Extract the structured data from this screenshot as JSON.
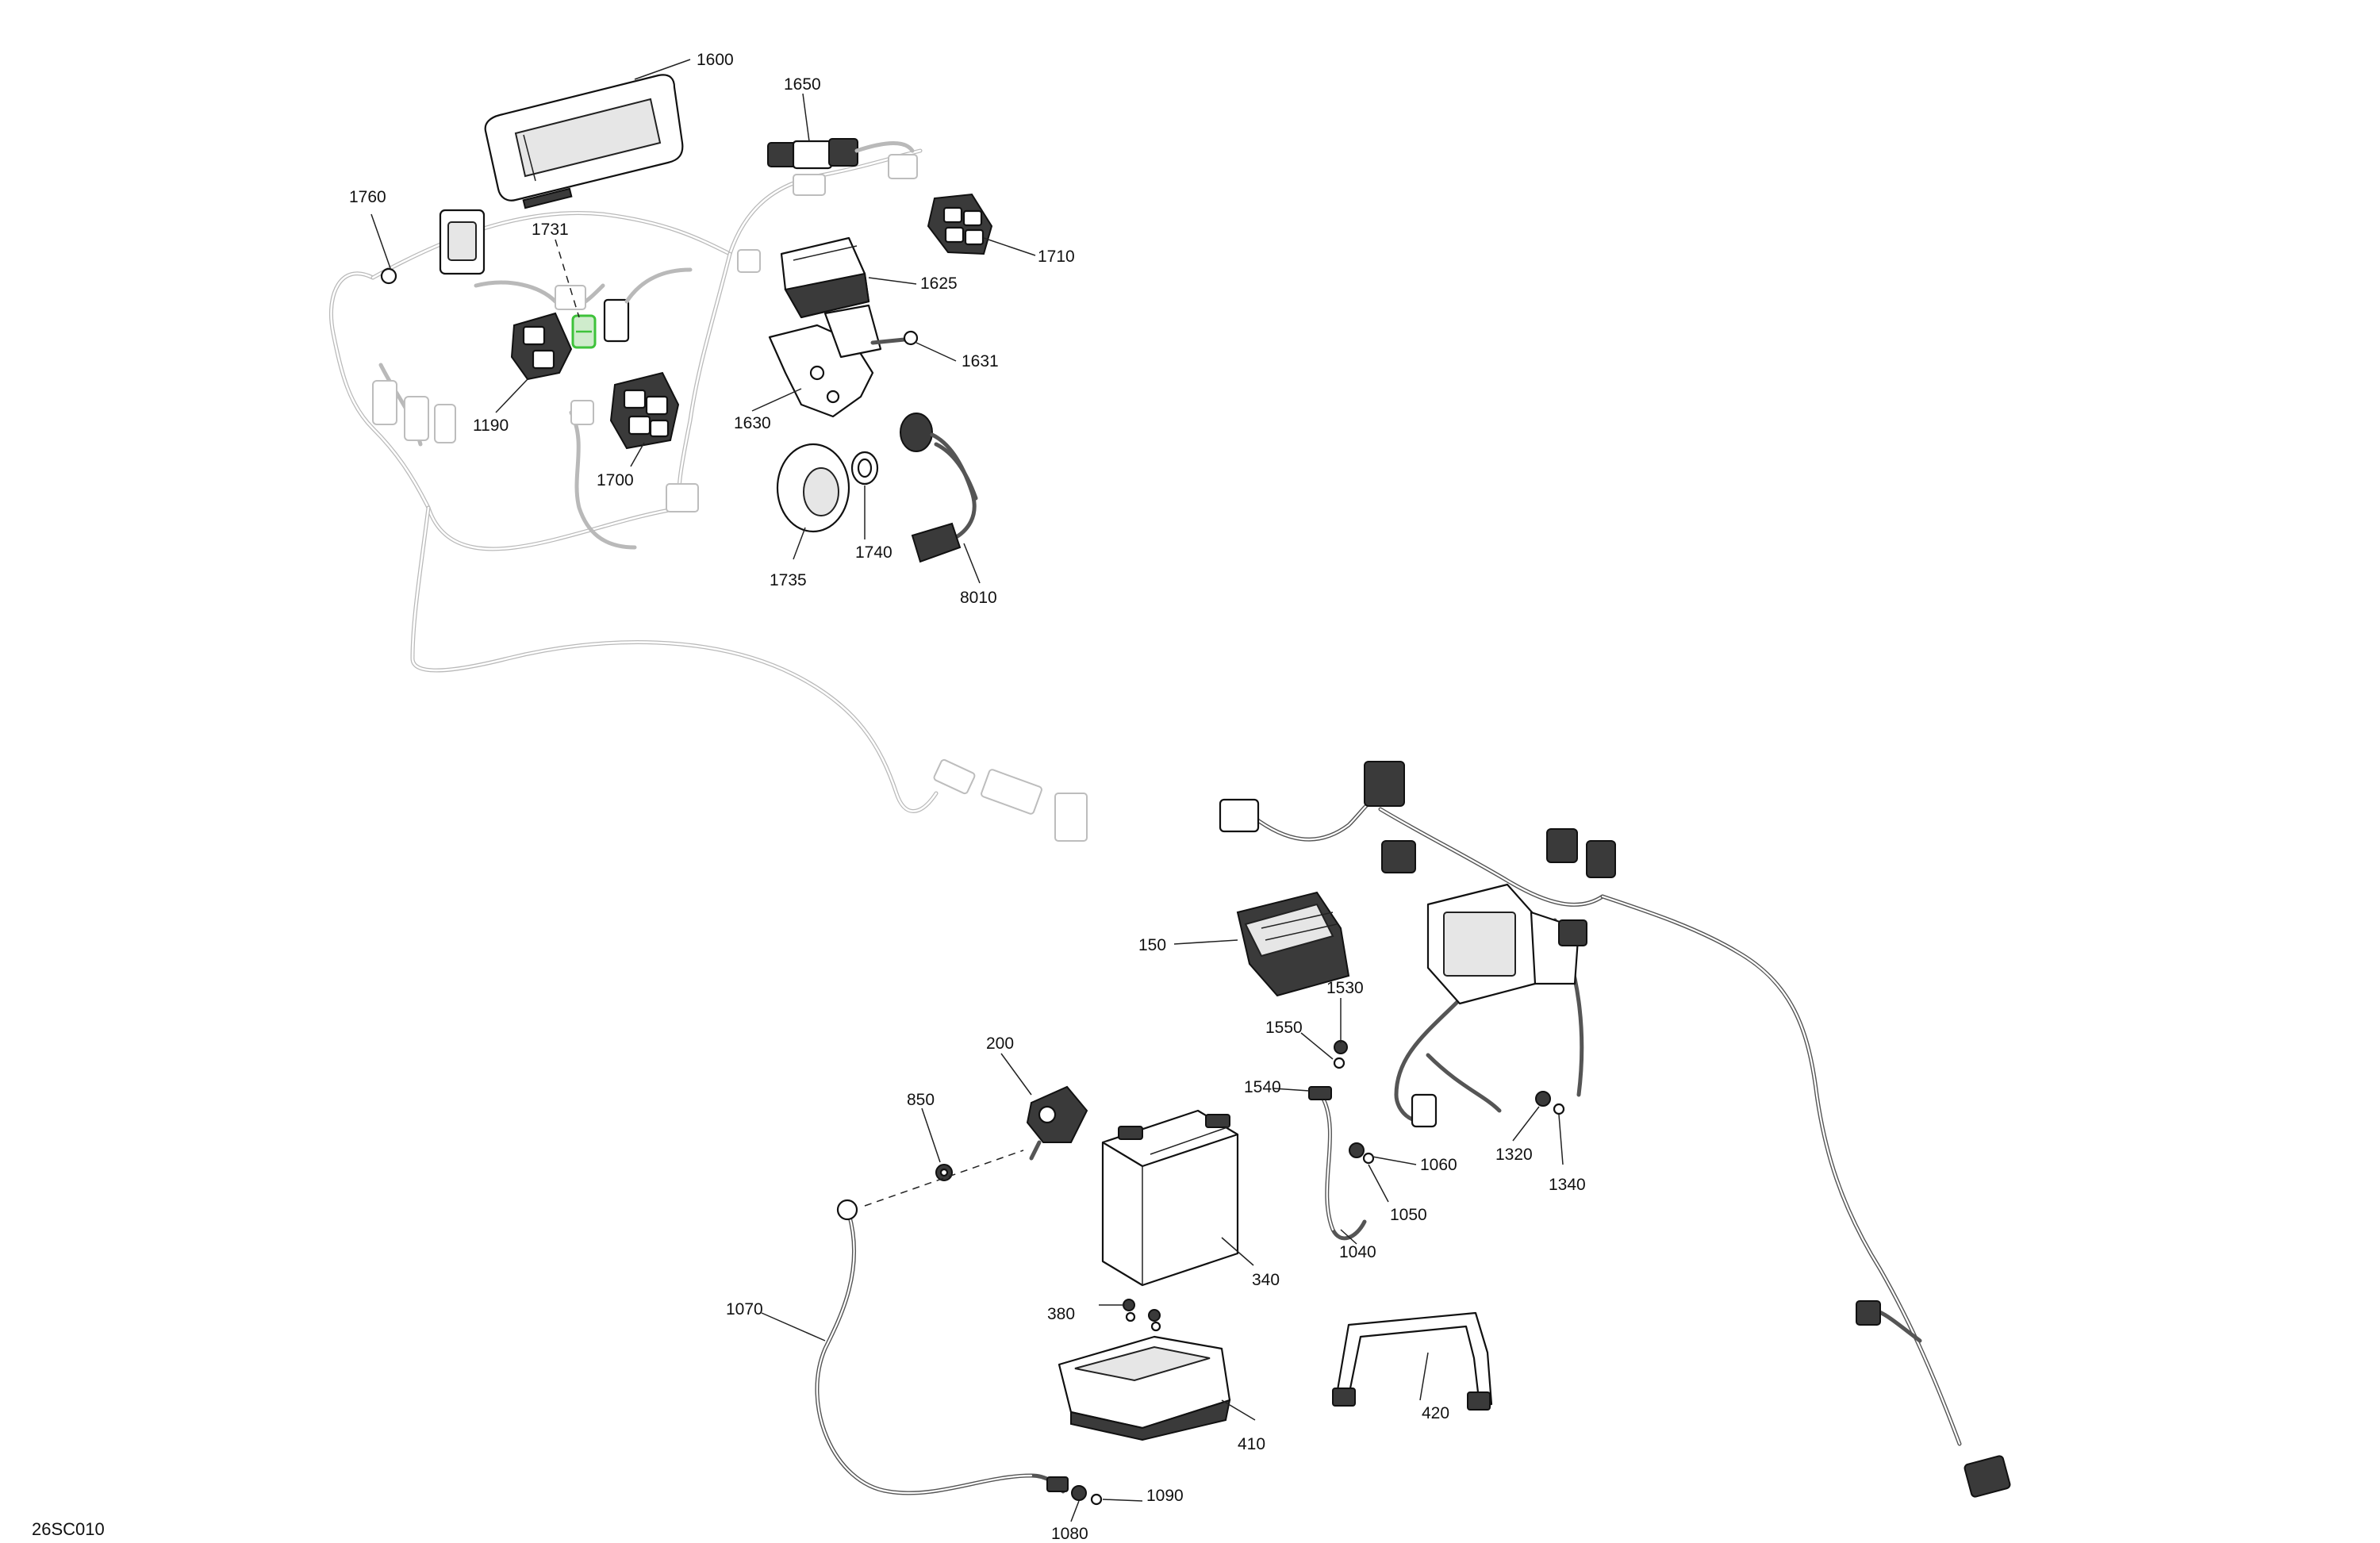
{
  "diagram_code": "26SC010",
  "highlight_color": "#3ec23a",
  "callouts": [
    {
      "id": "c1600",
      "label": "1600"
    },
    {
      "id": "c1650",
      "label": "1650"
    },
    {
      "id": "c1760",
      "label": "1760"
    },
    {
      "id": "c1731",
      "label": "1731"
    },
    {
      "id": "c1710",
      "label": "1710"
    },
    {
      "id": "c1625",
      "label": "1625"
    },
    {
      "id": "c1631",
      "label": "1631"
    },
    {
      "id": "c1190",
      "label": "1190"
    },
    {
      "id": "c1630",
      "label": "1630"
    },
    {
      "id": "c1700",
      "label": "1700"
    },
    {
      "id": "c1740",
      "label": "1740"
    },
    {
      "id": "c1735",
      "label": "1735"
    },
    {
      "id": "c8010",
      "label": "8010"
    },
    {
      "id": "c150",
      "label": "150"
    },
    {
      "id": "c1530",
      "label": "1530"
    },
    {
      "id": "c1550",
      "label": "1550"
    },
    {
      "id": "c200",
      "label": "200"
    },
    {
      "id": "c1540",
      "label": "1540"
    },
    {
      "id": "c850",
      "label": "850"
    },
    {
      "id": "c1060",
      "label": "1060"
    },
    {
      "id": "c1320",
      "label": "1320"
    },
    {
      "id": "c1340",
      "label": "1340"
    },
    {
      "id": "c1050",
      "label": "1050"
    },
    {
      "id": "c340",
      "label": "340"
    },
    {
      "id": "c1040",
      "label": "1040"
    },
    {
      "id": "c1070",
      "label": "1070"
    },
    {
      "id": "c380",
      "label": "380"
    },
    {
      "id": "c420",
      "label": "420"
    },
    {
      "id": "c410",
      "label": "410"
    },
    {
      "id": "c1090",
      "label": "1090"
    },
    {
      "id": "c1080",
      "label": "1080"
    }
  ]
}
